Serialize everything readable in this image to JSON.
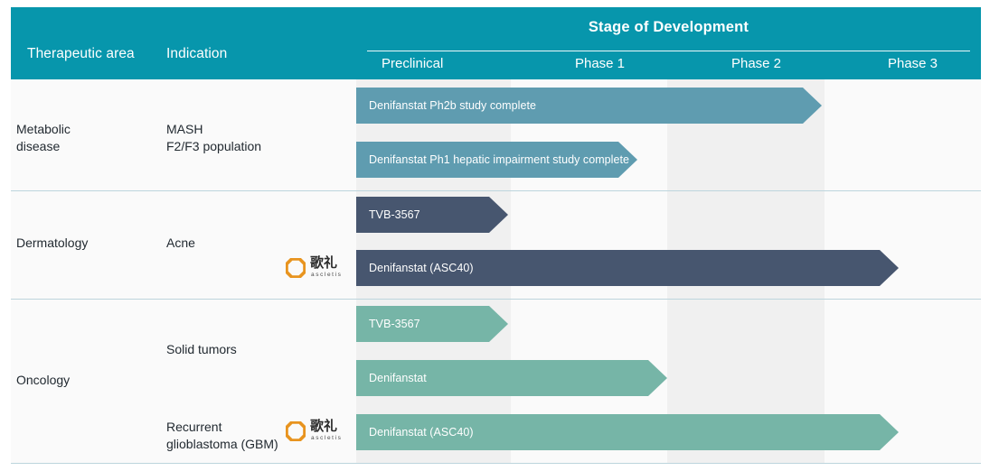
{
  "header": {
    "col_therapeutic": "Therapeutic area",
    "col_indication": "Indication",
    "stage_title": "Stage of Development",
    "phases": [
      "Preclinical",
      "Phase 1",
      "Phase 2",
      "Phase 3"
    ]
  },
  "colors": {
    "header_teal": "#0796ac",
    "bar_teal": "#5f9cb0",
    "bar_navy": "#47566f",
    "bar_green": "#76b5a7",
    "column_shade": "#f0f0f0",
    "column_plain": "#fafafa",
    "divider": "#bdd5dd",
    "logo_orange": "#e8941f"
  },
  "logo": {
    "cn": "歌礼",
    "latin": "ascletis",
    "name": "ascletis-logo"
  },
  "rows": [
    {
      "therapeutic_area": "Metabolic\ndisease",
      "indication": "MASH\nF2/F3 population",
      "has_logo": false,
      "bars": [
        {
          "label": "Denifanstat Ph2b study complete",
          "color": "teal"
        },
        {
          "label": "Denifanstat Ph1 hepatic impairment study complete",
          "color": "teal"
        }
      ]
    },
    {
      "therapeutic_area": "Dermatology",
      "indication": "Acne",
      "has_logo": true,
      "bars": [
        {
          "label": "TVB-3567",
          "color": "navy"
        },
        {
          "label": "Denifanstat (ASC40)",
          "color": "navy"
        }
      ]
    },
    {
      "therapeutic_area": "Oncology",
      "indication_1": "Solid tumors",
      "indication_2": "Recurrent\nglioblastoma (GBM)",
      "has_logo": true,
      "bars": [
        {
          "label": "TVB-3567",
          "color": "green"
        },
        {
          "label": "Denifanstat",
          "color": "green"
        },
        {
          "label": "Denifanstat (ASC40)",
          "color": "green"
        }
      ]
    }
  ],
  "chart_data": {
    "type": "bar",
    "title": "Stage of Development",
    "categories": [
      "Preclinical",
      "Phase 1",
      "Phase 2",
      "Phase 3"
    ],
    "xlabel": "Stage of Development",
    "ylabel": "",
    "grid": false,
    "legend": "none",
    "series": [
      {
        "therapeutic_area": "Metabolic disease",
        "indication": "MASH F2/F3 population",
        "programs": [
          {
            "name": "Denifanstat Ph2b study complete",
            "start_stage": "Preclinical",
            "end_stage": "Phase 3",
            "progress_fraction": 0.77,
            "color": "#5f9cb0"
          },
          {
            "name": "Denifanstat Ph1 hepatic impairment study complete",
            "start_stage": "Preclinical",
            "end_stage": "Phase 2",
            "progress_fraction": 0.46,
            "color": "#5f9cb0"
          }
        ]
      },
      {
        "therapeutic_area": "Dermatology",
        "indication": "Acne",
        "programs": [
          {
            "name": "TVB-3567",
            "start_stage": "Preclinical",
            "end_stage": "Preclinical",
            "progress_fraction": 0.25,
            "color": "#47566f"
          },
          {
            "name": "Denifanstat (ASC40)",
            "start_stage": "Preclinical",
            "end_stage": "Phase 3",
            "progress_fraction": 0.89,
            "color": "#47566f"
          }
        ]
      },
      {
        "therapeutic_area": "Oncology",
        "indication": "Solid tumors / Recurrent glioblastoma (GBM)",
        "programs": [
          {
            "name": "TVB-3567",
            "start_stage": "Preclinical",
            "end_stage": "Preclinical",
            "progress_fraction": 0.25,
            "color": "#76b5a7"
          },
          {
            "name": "Denifanstat",
            "start_stage": "Preclinical",
            "end_stage": "Phase 2",
            "progress_fraction": 0.51,
            "color": "#76b5a7"
          },
          {
            "name": "Denifanstat (ASC40)",
            "start_stage": "Preclinical",
            "end_stage": "Phase 3",
            "progress_fraction": 0.89,
            "color": "#76b5a7"
          }
        ]
      }
    ]
  }
}
